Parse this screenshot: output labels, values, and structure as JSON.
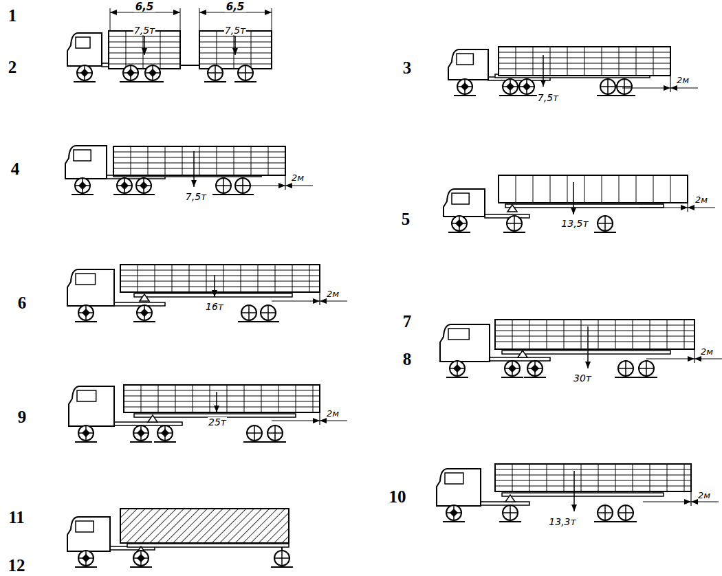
{
  "diagram": {
    "labels": [
      "1",
      "2",
      "6,5",
      "6,5",
      "7,5т",
      "7,5т",
      "3",
      "7,5т",
      "2м",
      "4",
      "7,5т",
      "2м",
      "5",
      "13,5т",
      "2м",
      "6",
      "16т",
      "2м",
      "7",
      "8",
      "30т",
      "2м",
      "9",
      "25т",
      "2м",
      "10",
      "13,3т",
      "2м",
      "11",
      "12"
    ]
  }
}
